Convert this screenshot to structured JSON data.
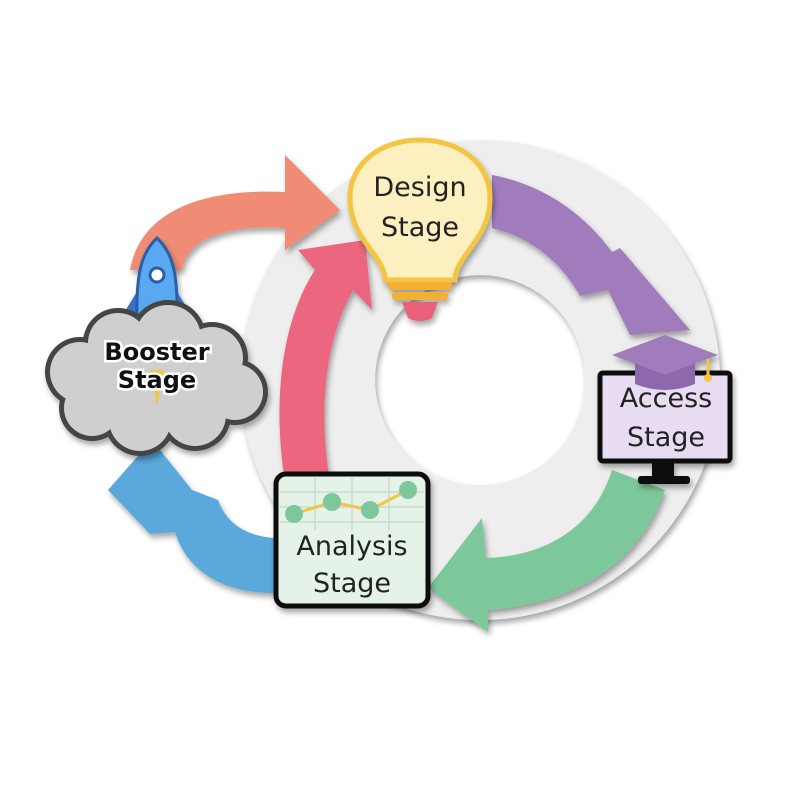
{
  "diagram": {
    "stages": {
      "design": {
        "line1": "Design",
        "line2": "Stage",
        "icon": "lightbulb-icon"
      },
      "access": {
        "line1": "Access",
        "line2": "Stage",
        "icon": "monitor-graduation-cap-icon"
      },
      "analysis": {
        "line1": "Analysis",
        "line2": "Stage",
        "icon": "spreadsheet-line-chart-icon"
      },
      "booster": {
        "line1": "Booster",
        "line2": "Stage",
        "icon": "rocket-cloud-icon"
      }
    },
    "colors": {
      "ring": "#eeeeee",
      "arrow_orange": "#f08c74",
      "arrow_purple": "#a07cbc",
      "arrow_green": "#7cc89a",
      "arrow_blue": "#5aa8dc",
      "arrow_pink": "#ec6680",
      "bulb": "#fdf0c0",
      "bulb_outline": "#f4c542",
      "screen": "#e8dcf2",
      "sheet": "#e4f2e8"
    }
  }
}
